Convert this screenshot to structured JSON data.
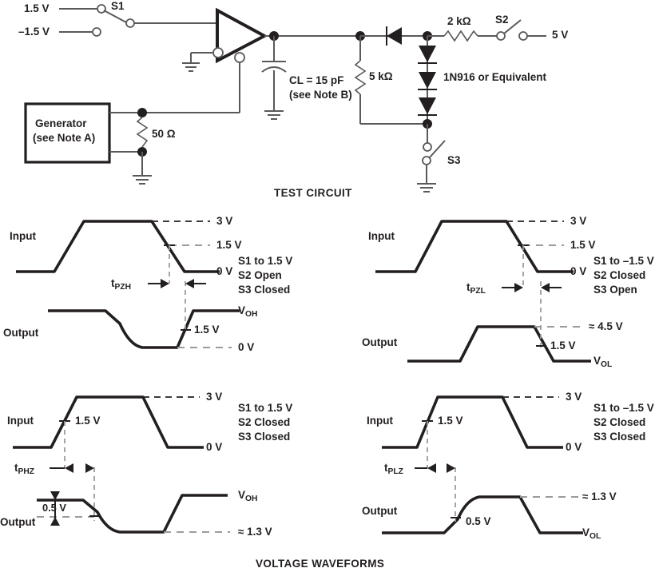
{
  "figure": {
    "circuit_title": "TEST CIRCUIT",
    "waveform_title": "VOLTAGE WAVEFORMS"
  },
  "circuit": {
    "labels": {
      "v_pos": "1.5 V",
      "v_neg": "–1.5 V",
      "s1": "S1",
      "s2": "S2",
      "s3": "S3",
      "supply": "5 V",
      "cl_line1": "CL = 15 pF",
      "cl_line2": "(see Note B)",
      "r_load": "5 kΩ",
      "r_series": "2 kΩ",
      "r_source": "50 Ω",
      "diodes": "1N916 or Equivalent",
      "generator_line1": "Generator",
      "generator_line2": "(see Note A)"
    }
  },
  "waveforms": [
    {
      "id": "tpzh",
      "timing_label_main": "t",
      "timing_label_sub": "PZH",
      "input_label": "Input",
      "output_label": "Output",
      "input_levels": [
        "3 V",
        "1.5 V",
        "0 V"
      ],
      "output_levels": [
        "V",
        "1.5 V",
        "0 V"
      ],
      "output_voh_main": "V",
      "output_voh_sub": "OH",
      "conditions": [
        "S1 to 1.5 V",
        "S2 Open",
        "S3 Closed"
      ]
    },
    {
      "id": "tpzl",
      "timing_label_main": "t",
      "timing_label_sub": "PZL",
      "input_label": "Input",
      "output_label": "Output",
      "input_levels": [
        "3 V",
        "1.5 V",
        "0 V"
      ],
      "output_levels": [
        "≈ 4.5 V",
        "1.5 V"
      ],
      "output_vol_main": "V",
      "output_vol_sub": "OL",
      "conditions": [
        "S1 to –1.5 V",
        "S2 Closed",
        "S3 Open"
      ]
    },
    {
      "id": "tphz",
      "timing_label_main": "t",
      "timing_label_sub": "PHZ",
      "input_label": "Input",
      "output_label": "Output",
      "input_levels": [
        "3 V",
        "1.5 V",
        "0 V"
      ],
      "output_levels": [
        "0.5 V",
        "≈ 1.3 V"
      ],
      "output_voh_main": "V",
      "output_voh_sub": "OH",
      "conditions": [
        "S1 to 1.5 V",
        "S2 Closed",
        "S3 Closed"
      ]
    },
    {
      "id": "tplz",
      "timing_label_main": "t",
      "timing_label_sub": "PLZ",
      "input_label": "Input",
      "output_label": "Output",
      "input_levels": [
        "3 V",
        "1.5 V",
        "0 V"
      ],
      "output_levels": [
        "0.5 V",
        "≈ 1.3 V"
      ],
      "output_vol_main": "V",
      "output_vol_sub": "OL",
      "conditions": [
        "S1 to –1.5 V",
        "S2 Closed",
        "S3 Closed"
      ]
    }
  ],
  "chart_data": {
    "type": "line",
    "title": "VOLTAGE WAVEFORMS",
    "panels": [
      {
        "name": "tPZH",
        "xlabel": "",
        "ylabel": "",
        "series": [
          {
            "name": "Input",
            "levels_v": [
              0,
              3,
              0
            ],
            "threshold_v": 1.5
          },
          {
            "name": "Output",
            "levels_v": [
              "VOH",
              0,
              "VOH"
            ],
            "threshold_v": 1.5
          }
        ],
        "annotations": [
          "3 V",
          "1.5 V",
          "0 V",
          "VOH",
          "S1 to 1.5 V",
          "S2 Open",
          "S3 Closed"
        ]
      },
      {
        "name": "tPZL",
        "series": [
          {
            "name": "Input",
            "levels_v": [
              0,
              3,
              0
            ],
            "threshold_v": 1.5
          },
          {
            "name": "Output",
            "levels_v": [
              "VOL",
              4.5,
              "VOL"
            ],
            "threshold_v": 1.5
          }
        ],
        "annotations": [
          "3 V",
          "1.5 V",
          "0 V",
          "≈ 4.5 V",
          "1.5 V",
          "VOL",
          "S1 to –1.5 V",
          "S2 Closed",
          "S3 Open"
        ]
      },
      {
        "name": "tPHZ",
        "series": [
          {
            "name": "Input",
            "levels_v": [
              0,
              3,
              0
            ],
            "threshold_v": 1.5
          },
          {
            "name": "Output",
            "levels_v": [
              "VOH",
              1.3,
              "VOH"
            ],
            "threshold_v": 0.5
          }
        ],
        "annotations": [
          "3 V",
          "1.5 V",
          "0 V",
          "VOH",
          "0.5 V",
          "≈ 1.3 V",
          "S1 to 1.5 V",
          "S2 Closed",
          "S3 Closed"
        ]
      },
      {
        "name": "tPLZ",
        "series": [
          {
            "name": "Input",
            "levels_v": [
              0,
              3,
              0
            ],
            "threshold_v": 1.5
          },
          {
            "name": "Output",
            "levels_v": [
              "VOL",
              1.3,
              "VOL"
            ],
            "threshold_v": 0.5
          }
        ],
        "annotations": [
          "3 V",
          "1.5 V",
          "0 V",
          "≈ 1.3 V",
          "0.5 V",
          "VOL",
          "S1 to –1.5 V",
          "S2 Closed",
          "S3 Closed"
        ]
      }
    ]
  }
}
